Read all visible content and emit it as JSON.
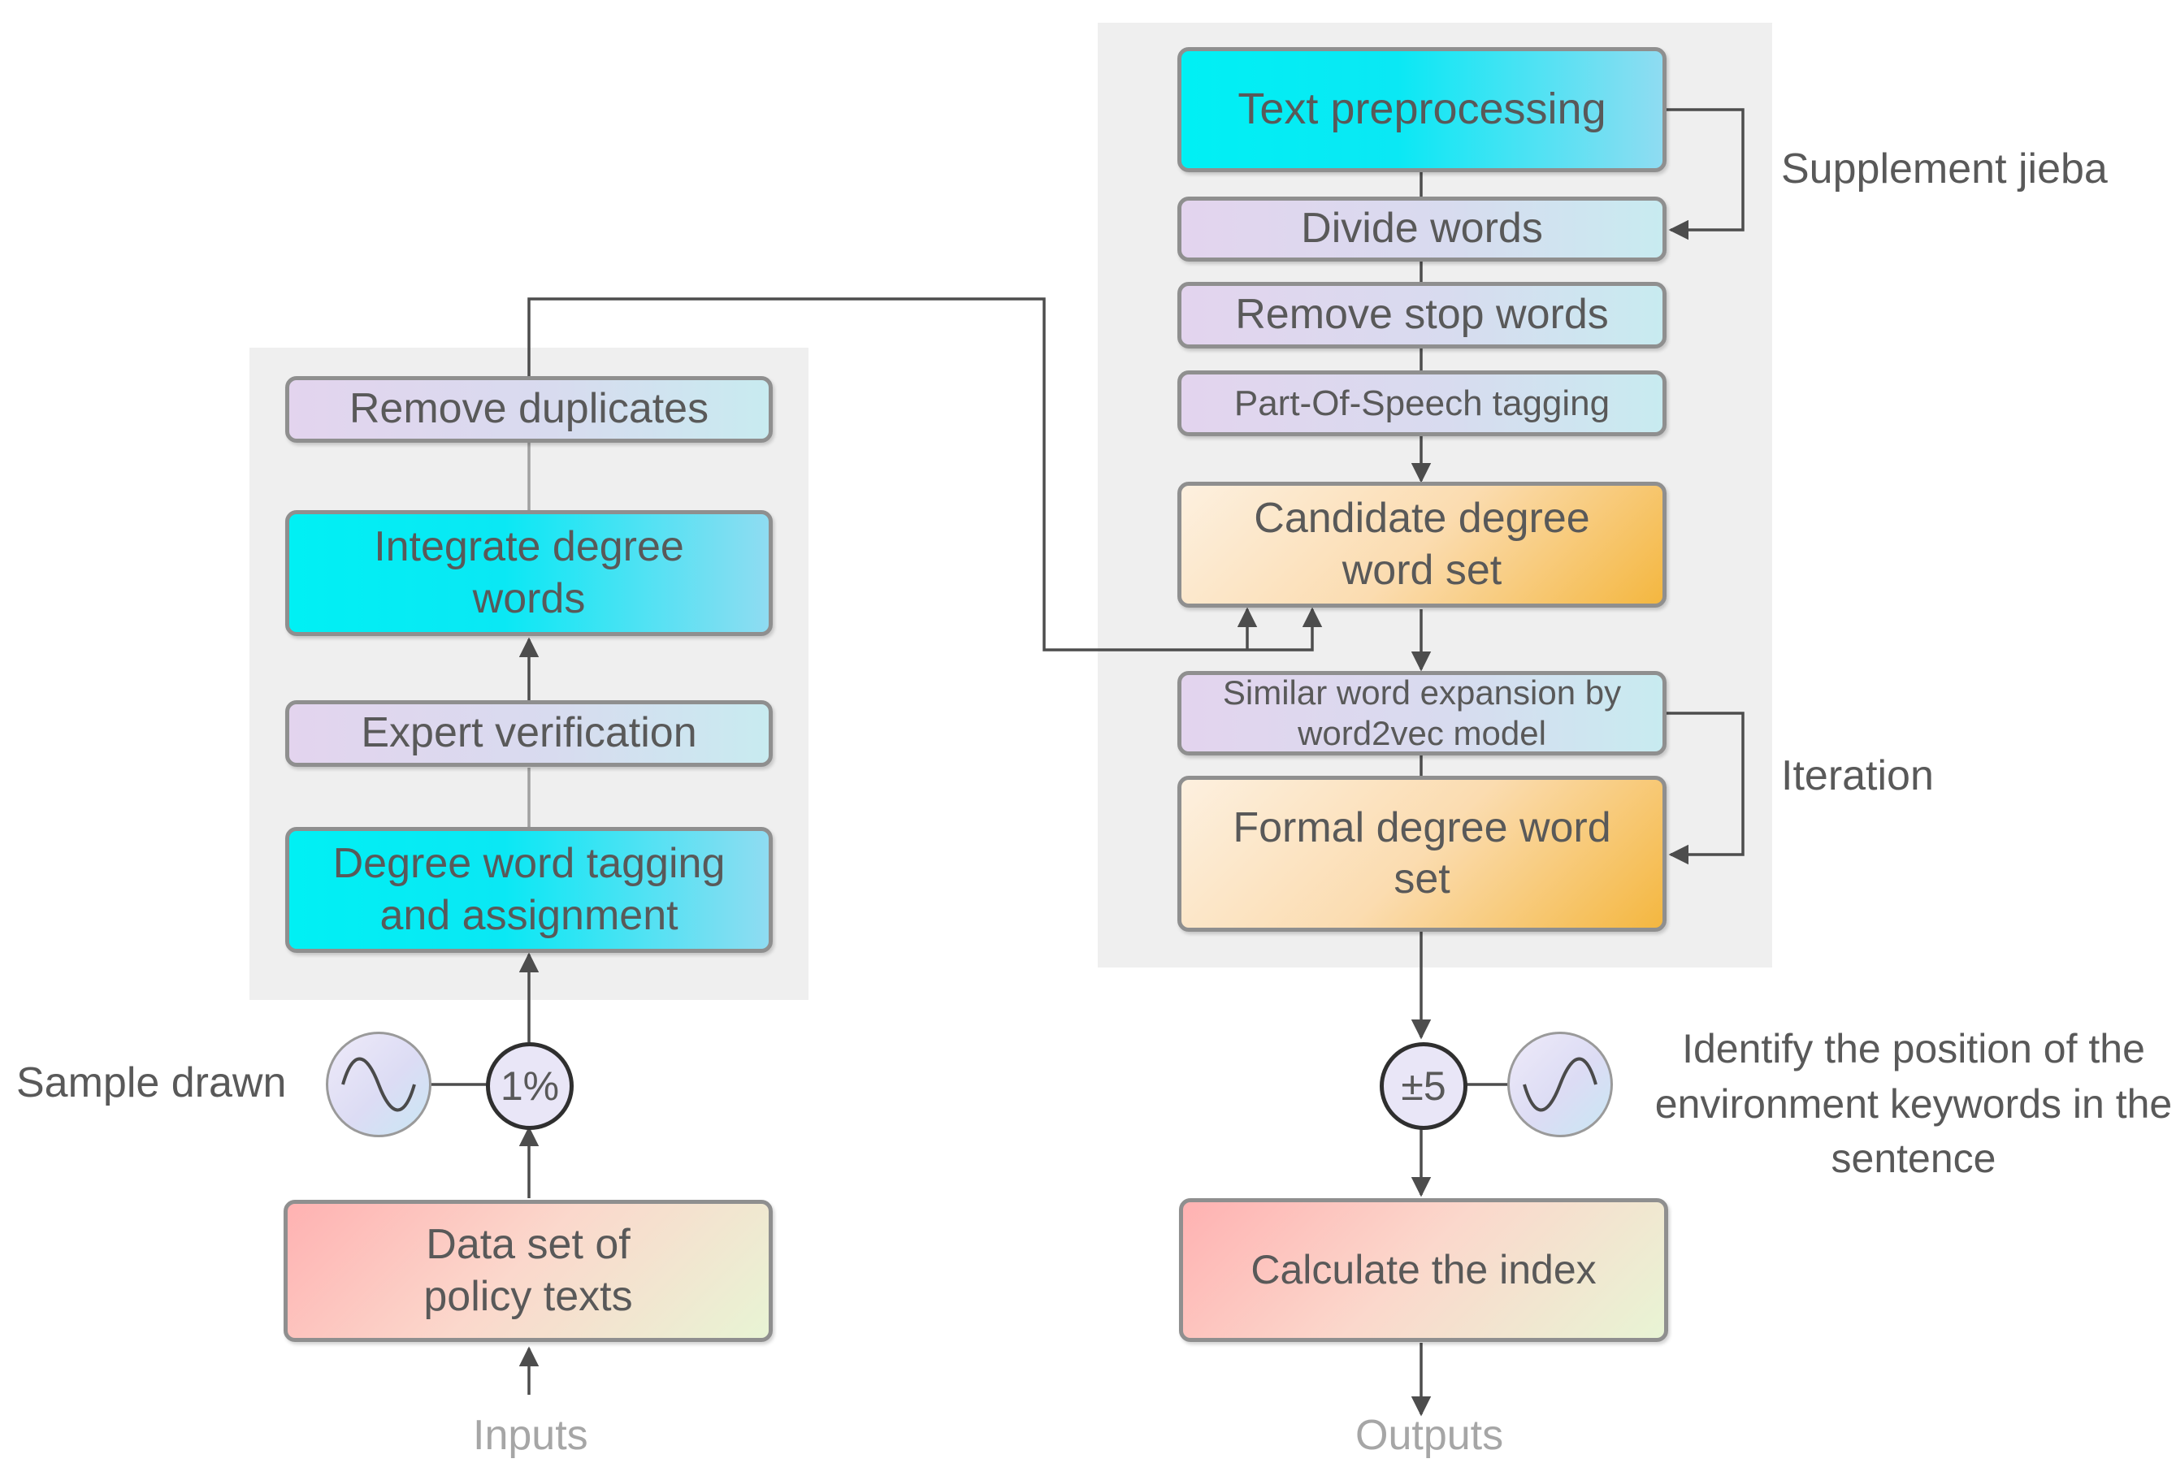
{
  "left": {
    "remove_duplicates": "Remove duplicates",
    "integrate": "Integrate degree words",
    "expert": "Expert verification",
    "tagging": "Degree word tagging and assignment",
    "sample_label": "Sample drawn",
    "percent": "1%",
    "dataset": "Data set of policy texts",
    "inputs": "Inputs"
  },
  "right": {
    "text_pre": "Text preprocessing",
    "divide": "Divide words",
    "stop": "Remove stop words",
    "pos": "Part-Of-Speech tagging",
    "candidate": "Candidate degree word set",
    "similar": "Similar word expansion by word2vec model",
    "formal": "Formal degree word set",
    "supplement": "Supplement jieba",
    "iteration": "Iteration",
    "pm": "±5",
    "identify": "Identify the position of the environment keywords in the sentence",
    "calc": "Calculate the index",
    "outputs": "Outputs"
  },
  "colors": {
    "panel": "#efefef",
    "border": "#8f8f8f",
    "arrow": "#4d4d4d",
    "cyan": "#00f0f4",
    "lavender": "#e3d4ee",
    "orange": "#f4b740",
    "pink": "#ffb2b2"
  },
  "icons": {
    "sine_left": "sine-wave-icon",
    "sine_right": "sine-wave-icon"
  }
}
